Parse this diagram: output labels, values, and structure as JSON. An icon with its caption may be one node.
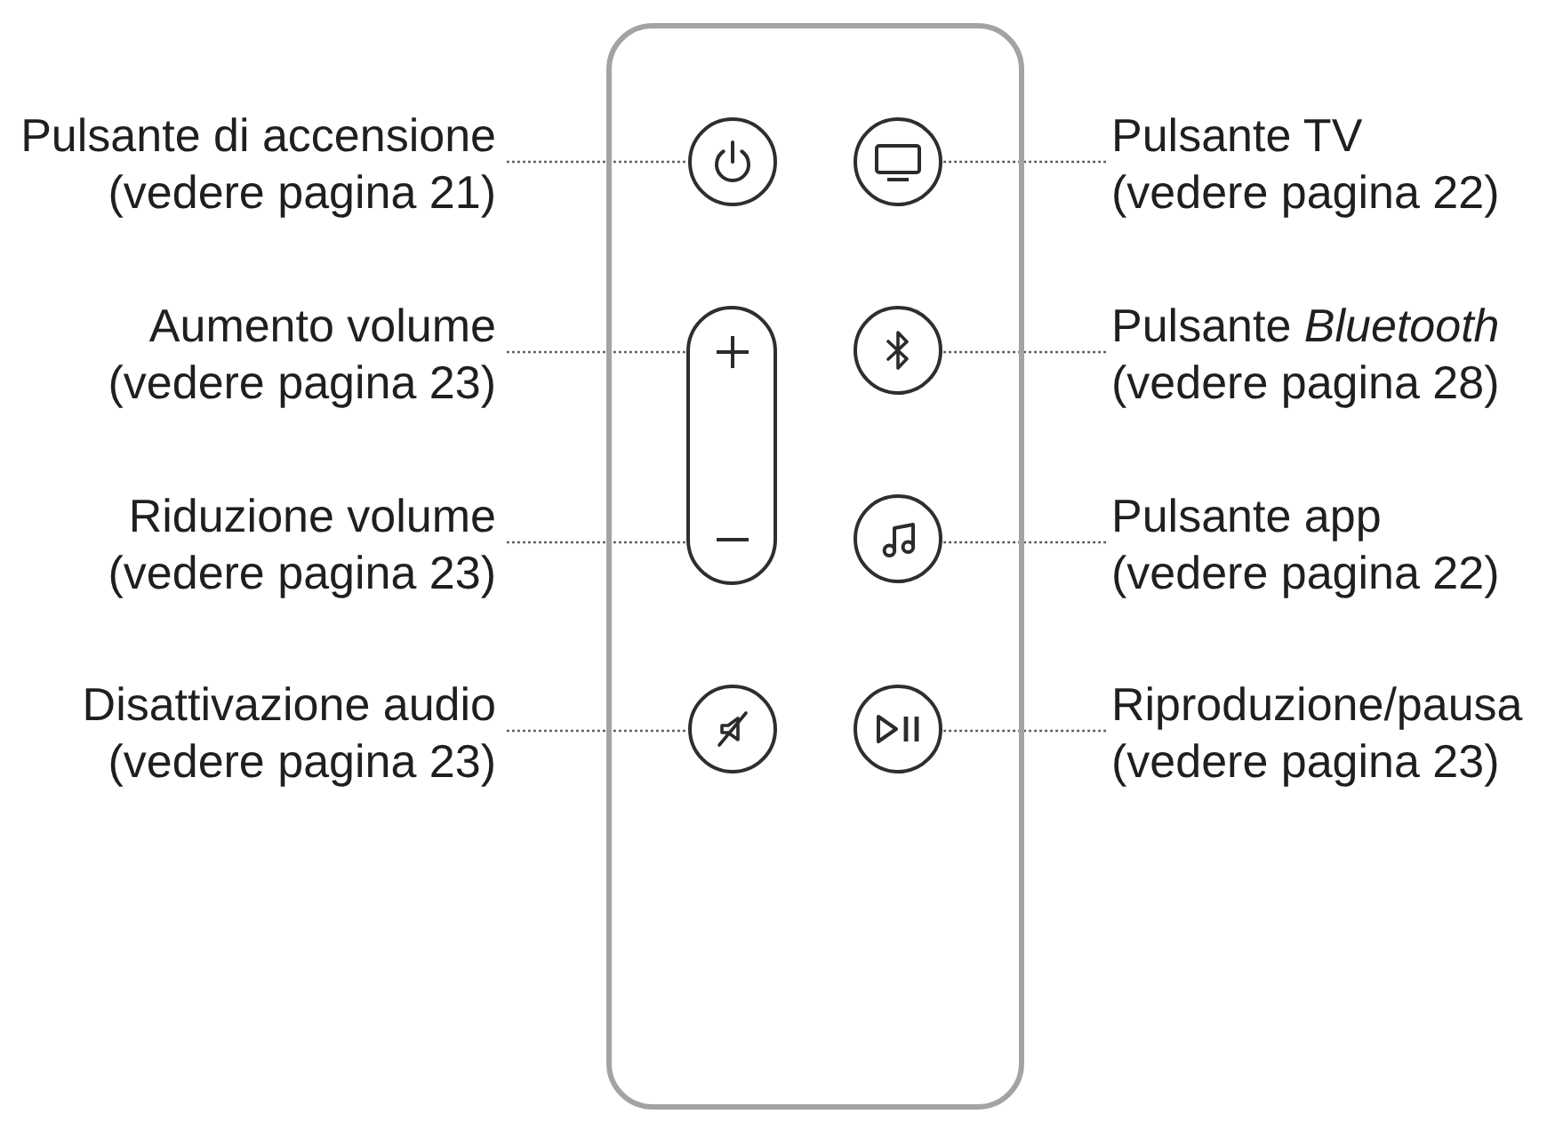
{
  "diagram": {
    "nodes": [
      {
        "text": [],
        "shape": "box"
      },
      {
        "text": [
          "Pulsante di accensione",
          "(vedere pagina 21)"
        ]
      },
      {
        "text": [],
        "shape": "circle",
        "in": 0
      },
      {
        "text": [],
        "shape": "circle",
        "in": 0
      },
      {
        "text": [
          "Pulsante TV",
          "(vedere pagina 22)"
        ]
      },
      {
        "text": [
          "Aumento volume",
          "(vedere pagina 23)"
        ]
      },
      {
        "text": [],
        "shape": "box",
        "in": 0
      },
      {
        "text": [],
        "shape": "circle",
        "in": 0
      },
      {
        "text": [
          "Pulsante *Bluetooth*",
          "(vedere pagina 28)"
        ]
      },
      {
        "text": [
          "Riduzione volume",
          "(vedere pagina 23)"
        ]
      },
      {
        "text": [],
        "shape": "circle",
        "in": 0
      },
      {
        "text": [
          "Pulsante app",
          "(vedere pagina 22)"
        ]
      },
      {
        "text": [
          "Disattivazione audio",
          "(vedere pagina 23)"
        ]
      },
      {
        "text": [],
        "shape": "circle",
        "in": 0
      },
      {
        "text": [],
        "shape": "circle",
        "in": 0
      },
      {
        "text": [
          "Riproduzione/pausa",
          "(vedere pagina 23)"
        ]
      }
    ],
    "edges": [
      {
        "from": 1,
        "to": 2,
        "arrow": "none"
      },
      {
        "from": 4,
        "to": 3,
        "arrow": "none"
      },
      {
        "from": 5,
        "to": 6,
        "arrow": "none"
      },
      {
        "from": 8,
        "to": 7,
        "arrow": "none"
      },
      {
        "from": 9,
        "to": 6,
        "arrow": "none"
      },
      {
        "from": 11,
        "to": 10,
        "arrow": "none"
      },
      {
        "from": 12,
        "to": 13,
        "arrow": "none"
      },
      {
        "from": 15,
        "to": 14,
        "arrow": "none"
      }
    ]
  }
}
